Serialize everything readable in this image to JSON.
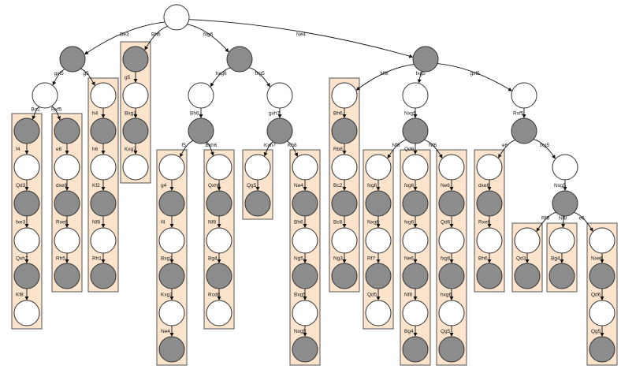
{
  "colors": {
    "white_node": "#ffffff",
    "gray_node": "#8c8c8c",
    "highlight_fill": "#fbe3cc",
    "line": "#111111"
  },
  "nodes": [
    {
      "id": "root",
      "shade": "white"
    },
    {
      "id": "be3",
      "parent": "root",
      "move": "Be3",
      "shade": "gray"
    },
    {
      "id": "bh6",
      "parent": "root",
      "move": "Bh6",
      "shade": "gray"
    },
    {
      "id": "fxg6",
      "parent": "root",
      "move": "fxg6",
      "shade": "gray"
    },
    {
      "id": "ne4",
      "parent": "root",
      "move": "Ne4",
      "shade": "gray"
    },
    {
      "id": "be3_gxf5",
      "parent": "be3",
      "move": "gxf5",
      "shade": "white"
    },
    {
      "id": "be3_g5",
      "parent": "be3",
      "move": "g5",
      "shade": "white"
    },
    {
      "id": "bc2",
      "parent": "be3_gxf5",
      "move": "Bc2",
      "shade": "gray"
    },
    {
      "id": "rxf5",
      "parent": "be3_gxf5",
      "move": "Rxf5",
      "shade": "gray"
    },
    {
      "id": "bc2_1",
      "parent": "bc2",
      "move": "f4",
      "shade": "white"
    },
    {
      "id": "bc2_2",
      "parent": "bc2_1",
      "move": "Qd3",
      "shade": "gray"
    },
    {
      "id": "bc2_3",
      "parent": "bc2_2",
      "move": "fxe3",
      "shade": "white"
    },
    {
      "id": "bc2_4",
      "parent": "bc2_3",
      "move": "Qxh7",
      "shade": "gray"
    },
    {
      "id": "bc2_5",
      "parent": "bc2_4",
      "move": "Kf8",
      "shade": "white"
    },
    {
      "id": "rxf5_1",
      "parent": "rxf5",
      "move": "e6",
      "shade": "white"
    },
    {
      "id": "rxf5_2",
      "parent": "rxf5_1",
      "move": "dxe6",
      "shade": "gray"
    },
    {
      "id": "rxf5_3",
      "parent": "rxf5_2",
      "move": "Rxe6",
      "shade": "white"
    },
    {
      "id": "rxf5_4",
      "parent": "rxf5_3",
      "move": "Rh5",
      "shade": "gray"
    },
    {
      "id": "g5_1",
      "parent": "be3_g5",
      "move": "h4",
      "shade": "gray"
    },
    {
      "id": "g5_2",
      "parent": "g5_1",
      "move": "h6",
      "shade": "white"
    },
    {
      "id": "g5_3",
      "parent": "g5_2",
      "move": "Kf2",
      "shade": "gray"
    },
    {
      "id": "g5_4",
      "parent": "g5_3",
      "move": "Nf8",
      "shade": "white"
    },
    {
      "id": "g5_5",
      "parent": "g5_4",
      "move": "Rh1",
      "shade": "gray"
    },
    {
      "id": "bh6_1",
      "parent": "bh6",
      "move": "g5",
      "shade": "white"
    },
    {
      "id": "bh6_2",
      "parent": "bh6_1",
      "move": "Bxg7",
      "shade": "gray"
    },
    {
      "id": "bh6_3",
      "parent": "bh6_2",
      "move": "Kxg7",
      "shade": "white"
    },
    {
      "id": "fxg6_hxg6",
      "parent": "fxg6",
      "move": "hxg6",
      "shade": "white"
    },
    {
      "id": "fxg6_fxg5",
      "parent": "fxg6",
      "move": "fxg5",
      "shade": "white"
    },
    {
      "id": "hxg6_bh6",
      "parent": "fxg6_hxg6",
      "move": "Bh6",
      "shade": "gray"
    },
    {
      "id": "f5",
      "parent": "hxg6_bh6",
      "move": "f5",
      "shade": "white"
    },
    {
      "id": "bxh6",
      "parent": "hxg6_bh6",
      "move": "Bxh6",
      "shade": "white"
    },
    {
      "id": "f5_1",
      "parent": "f5",
      "move": "g4",
      "shade": "gray"
    },
    {
      "id": "f5_2",
      "parent": "f5_1",
      "move": "f4",
      "shade": "white"
    },
    {
      "id": "f5_3",
      "parent": "f5_2",
      "move": "Bxg7",
      "shade": "gray"
    },
    {
      "id": "f5_4",
      "parent": "f5_3",
      "move": "Kxg7",
      "shade": "white"
    },
    {
      "id": "f5_5",
      "parent": "f5_4",
      "move": "Ne4",
      "shade": "gray"
    },
    {
      "id": "bxh6_1",
      "parent": "bxh6",
      "move": "Qxh6",
      "shade": "gray"
    },
    {
      "id": "bxh6_2",
      "parent": "bxh6_1",
      "move": "Nf8",
      "shade": "white"
    },
    {
      "id": "bxh6_3",
      "parent": "bxh6_2",
      "move": "Bg4",
      "shade": "gray"
    },
    {
      "id": "bxh6_4",
      "parent": "bxh6_3",
      "move": "Rcd8",
      "shade": "white"
    },
    {
      "id": "gxh7",
      "parent": "fxg6_fxg5",
      "move": "gxh7",
      "shade": "gray"
    },
    {
      "id": "kxh7",
      "parent": "gxh7",
      "move": "Kxh7",
      "shade": "white"
    },
    {
      "id": "kh8",
      "parent": "gxh7",
      "move": "Kh8",
      "shade": "white"
    },
    {
      "id": "kxh7_1",
      "parent": "kxh7",
      "move": "Qg5",
      "shade": "gray"
    },
    {
      "id": "kh8_1",
      "parent": "kh8",
      "move": "Ne4",
      "shade": "gray"
    },
    {
      "id": "kh8_2",
      "parent": "kh8_1",
      "move": "Bh6",
      "shade": "white"
    },
    {
      "id": "kh8_3",
      "parent": "kh8_2",
      "move": "Ng5",
      "shade": "gray"
    },
    {
      "id": "kh8_4",
      "parent": "kh8_3",
      "move": "Bxg5",
      "shade": "white"
    },
    {
      "id": "kh8_5",
      "parent": "kh8_4",
      "move": "Nxg5",
      "shade": "gray"
    },
    {
      "id": "ne4_nf8",
      "parent": "ne4",
      "move": "Nf8",
      "shade": "white"
    },
    {
      "id": "ne4_fxg5",
      "parent": "ne4",
      "move": "fxg5",
      "shade": "white"
    },
    {
      "id": "ne4_gxf5",
      "parent": "ne4",
      "move": "gxf5",
      "shade": "white"
    },
    {
      "id": "nf8_1",
      "parent": "ne4_nf8",
      "move": "Bh6",
      "shade": "gray"
    },
    {
      "id": "nf8_2",
      "parent": "nf8_1",
      "move": "Rb8",
      "shade": "white"
    },
    {
      "id": "nf8_3",
      "parent": "nf8_2",
      "move": "Bc2",
      "shade": "gray"
    },
    {
      "id": "nf8_4",
      "parent": "nf8_3",
      "move": "Bc8",
      "shade": "white"
    },
    {
      "id": "nf8_5",
      "parent": "nf8_4",
      "move": "Ng3",
      "shade": "gray"
    },
    {
      "id": "nxg5",
      "parent": "ne4_fxg5",
      "move": "Nxg5",
      "shade": "gray"
    },
    {
      "id": "nxg5_nf8",
      "parent": "nxg5",
      "move": "Nf8",
      "shade": "white"
    },
    {
      "id": "nxg5_qd6",
      "parent": "nxg5",
      "move": "Qd6",
      "shade": "white"
    },
    {
      "id": "nxg5_nf6",
      "parent": "nxg5",
      "move": "Nf6",
      "shade": "white"
    },
    {
      "id": "a1",
      "parent": "nxg5_nf8",
      "move": "fxg6",
      "shade": "gray"
    },
    {
      "id": "a2",
      "parent": "a1",
      "move": "Nxg6",
      "shade": "white"
    },
    {
      "id": "a3",
      "parent": "a2",
      "move": "Rf7",
      "shade": "gray"
    },
    {
      "id": "a4",
      "parent": "a3",
      "move": "Qd5",
      "shade": "white"
    },
    {
      "id": "b1",
      "parent": "nxg5_qd6",
      "move": "fxg6",
      "shade": "gray"
    },
    {
      "id": "b2",
      "parent": "b1",
      "move": "fxg6",
      "shade": "white"
    },
    {
      "id": "b3",
      "parent": "b2",
      "move": "Ne6",
      "shade": "gray"
    },
    {
      "id": "b4",
      "parent": "b3",
      "move": "Nf8",
      "shade": "white"
    },
    {
      "id": "b5",
      "parent": "b4",
      "move": "Bg4",
      "shade": "gray"
    },
    {
      "id": "c1",
      "parent": "nxg5_nf6",
      "move": "Ne6",
      "shade": "gray"
    },
    {
      "id": "c2",
      "parent": "c1",
      "move": "Qd6",
      "shade": "white"
    },
    {
      "id": "c3",
      "parent": "c2",
      "move": "fxg6",
      "shade": "gray"
    },
    {
      "id": "c4",
      "parent": "c3",
      "move": "hxg6",
      "shade": "white"
    },
    {
      "id": "c5",
      "parent": "c4",
      "move": "Qg5",
      "shade": "gray"
    },
    {
      "id": "gxf5_rxf5",
      "parent": "ne4_gxf5",
      "move": "Rxf5",
      "shade": "gray"
    },
    {
      "id": "gxf5_e6",
      "parent": "gxf5_rxf5",
      "move": "e6",
      "shade": "white"
    },
    {
      "id": "gxf5_fxg5",
      "parent": "gxf5_rxf5",
      "move": "fxg5",
      "shade": "white"
    },
    {
      "id": "d1",
      "parent": "gxf5_e6",
      "move": "dxe6",
      "shade": "gray"
    },
    {
      "id": "d2",
      "parent": "d1",
      "move": "Rxe6",
      "shade": "white"
    },
    {
      "id": "d3",
      "parent": "d2",
      "move": "Bh6",
      "shade": "gray"
    },
    {
      "id": "nxg5b",
      "parent": "gxf5_fxg5",
      "move": "Nxg5",
      "shade": "gray"
    },
    {
      "id": "rf8",
      "parent": "nxg5b",
      "move": "Rf8",
      "shade": "white"
    },
    {
      "id": "nf8b",
      "parent": "nxg5b",
      "move": "Nf8",
      "shade": "white"
    },
    {
      "id": "e6b",
      "parent": "nxg5b",
      "move": "e6",
      "shade": "white"
    },
    {
      "id": "rf8_1",
      "parent": "rf8",
      "move": "Qd3",
      "shade": "gray"
    },
    {
      "id": "nf8b_1",
      "parent": "nf8b",
      "move": "Bg4",
      "shade": "gray"
    },
    {
      "id": "e6b_1",
      "parent": "e6b",
      "move": "Nxe6",
      "shade": "gray"
    },
    {
      "id": "e6b_2",
      "parent": "e6b_1",
      "move": "Qd6",
      "shade": "white"
    },
    {
      "id": "e6b_3",
      "parent": "e6b_2",
      "move": "Qg5",
      "shade": "gray"
    }
  ],
  "highlights": [
    {
      "start": "bc2",
      "end": "bc2_5"
    },
    {
      "start": "rxf5",
      "end": "rxf5_4"
    },
    {
      "start": "be3_g5",
      "end": "g5_5"
    },
    {
      "start": "bh6",
      "end": "bh6_3"
    },
    {
      "start": "f5",
      "end": "f5_5"
    },
    {
      "start": "bxh6",
      "end": "bxh6_4"
    },
    {
      "start": "kxh7",
      "end": "kxh7_1"
    },
    {
      "start": "kh8",
      "end": "kh8_5"
    },
    {
      "start": "ne4_nf8",
      "end": "nf8_5"
    },
    {
      "start": "nxg5_nf8",
      "end": "a4"
    },
    {
      "start": "nxg5_qd6",
      "end": "b5"
    },
    {
      "start": "nxg5_nf6",
      "end": "c5"
    },
    {
      "start": "gxf5_e6",
      "end": "d3"
    },
    {
      "start": "rf8",
      "end": "rf8_1"
    },
    {
      "start": "nf8b",
      "end": "nf8b_1"
    },
    {
      "start": "e6b",
      "end": "e6b_3"
    }
  ]
}
